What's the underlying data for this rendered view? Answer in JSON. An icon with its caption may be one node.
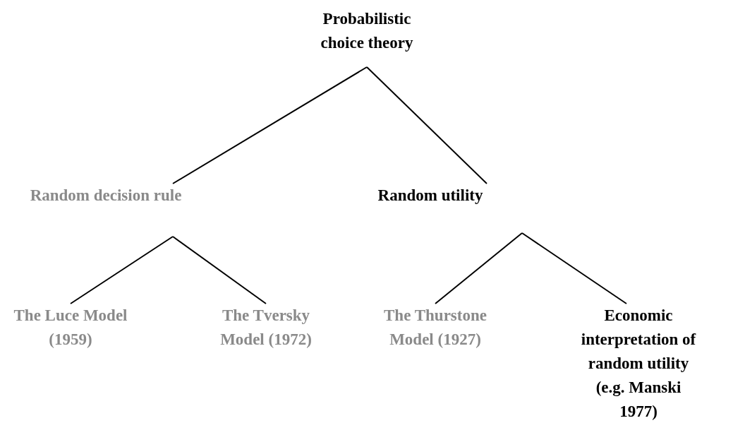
{
  "diagram": {
    "nodes": [
      {
        "text": [
          "Probabilistic choice theory"
        ]
      },
      {
        "text": [
          "Random decision rule"
        ]
      },
      {
        "text": [
          "Random utility"
        ]
      },
      {
        "text": [
          "The Luce Model (1959)"
        ]
      },
      {
        "text": [
          "The Tversky Model (1972)"
        ]
      },
      {
        "text": [
          "The Thurstone Model (1927)"
        ]
      },
      {
        "text": [
          "Economic interpretation of random utility (e.g. Manski 1977)"
        ]
      }
    ],
    "edges": [
      {
        "from": 0,
        "to": 1,
        "arrow": "none"
      },
      {
        "from": 0,
        "to": 2,
        "arrow": "none"
      },
      {
        "from": 1,
        "to": 3,
        "arrow": "none"
      },
      {
        "from": 1,
        "to": 4,
        "arrow": "none"
      },
      {
        "from": 2,
        "to": 5,
        "arrow": "none"
      },
      {
        "from": 2,
        "to": 6,
        "arrow": "none"
      }
    ]
  }
}
